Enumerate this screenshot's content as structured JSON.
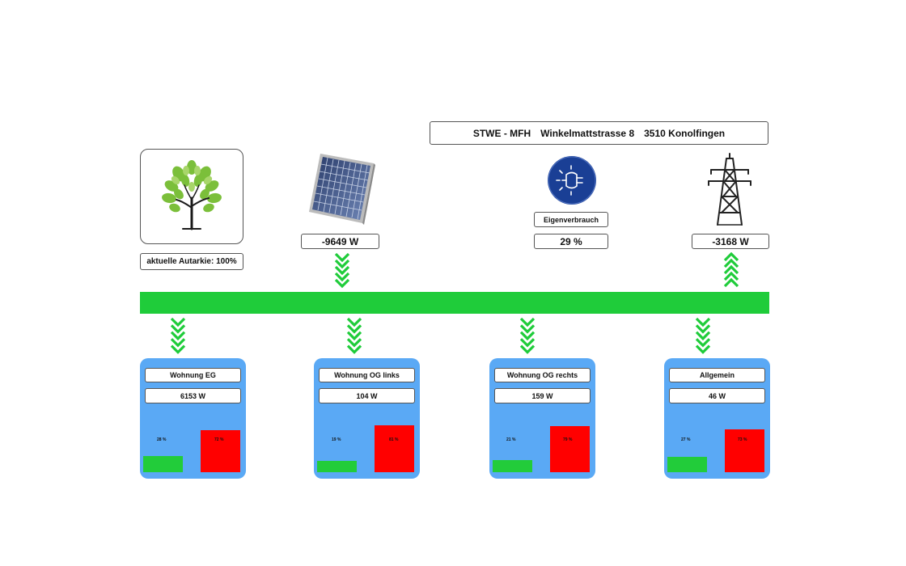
{
  "header": {
    "title": "STWE - MFH",
    "street": "Winkelmattstrasse 8",
    "city": "3510 Konolfingen"
  },
  "autarkie": {
    "label": "aktuelle Autarkie: 100%"
  },
  "solar": {
    "value": "-9649 W",
    "icon": "solar-panel-icon"
  },
  "eigenverbrauch": {
    "label": "Eigenverbrauch",
    "value": "29 %",
    "icon": "plug-icon"
  },
  "grid": {
    "value": "-3168 W",
    "icon": "power-pylon-icon"
  },
  "colors": {
    "bus": "#1fcc3a",
    "card": "#5aa9f5",
    "green_bar": "#22cc3a",
    "red_bar": "#ff0000",
    "eigen_circle": "#1a3f95"
  },
  "units": [
    {
      "name": "Wohnung EG",
      "power": "6153 W",
      "green_pct": "28 %",
      "red_pct": "72 %",
      "green_fraction": 0.28,
      "red_fraction": 0.72
    },
    {
      "name": "Wohnung OG links",
      "power": "104 W",
      "green_pct": "19 %",
      "red_pct": "81 %",
      "green_fraction": 0.19,
      "red_fraction": 0.81
    },
    {
      "name": "Wohnung OG rechts",
      "power": "159 W",
      "green_pct": "21 %",
      "red_pct": "79 %",
      "green_fraction": 0.21,
      "red_fraction": 0.79
    },
    {
      "name": "Allgemein",
      "power": "46 W",
      "green_pct": "27 %",
      "red_pct": "73 %",
      "green_fraction": 0.27,
      "red_fraction": 0.73
    }
  ]
}
